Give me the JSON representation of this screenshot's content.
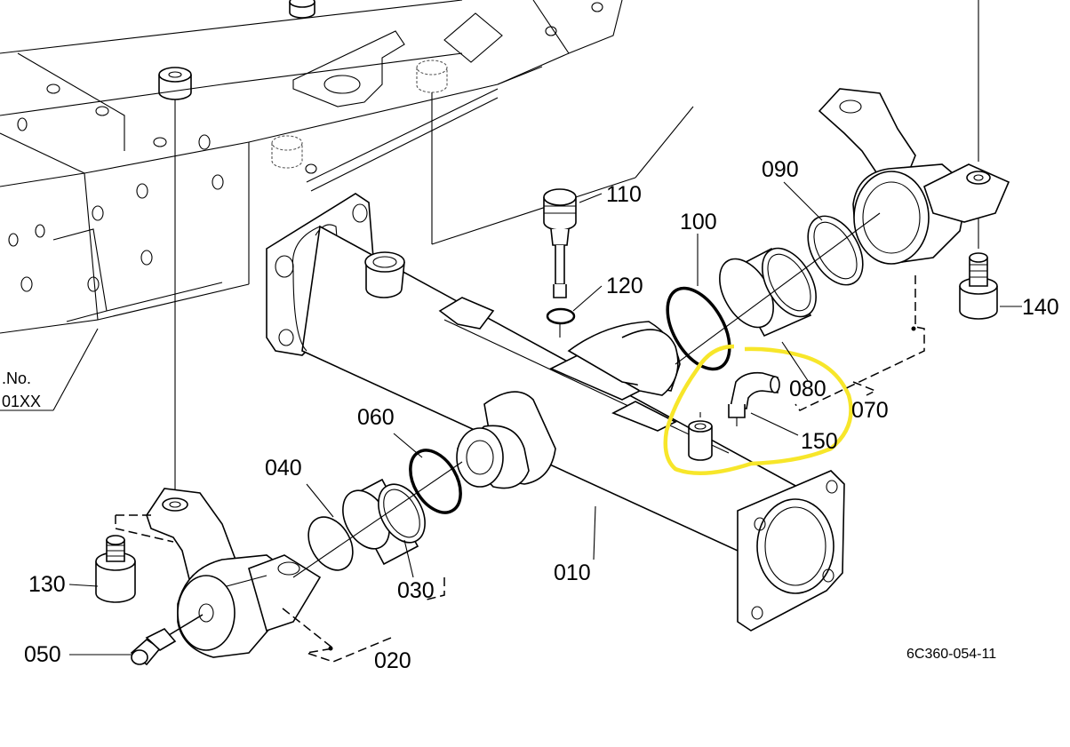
{
  "diagram": {
    "part_labels": {
      "p010": "010",
      "p020": "020",
      "p030": "030",
      "p040": "040",
      "p050": "050",
      "p060": "060",
      "p070": "070",
      "p080": "080",
      "p090": "090",
      "p100": "100",
      "p110": "110",
      "p120": "120",
      "p130": "130",
      "p140": "140",
      "p150": "150"
    },
    "note_line1": ".No.",
    "note_line2": "01XX",
    "figure_code": "6C360-054-11",
    "highlight_color": "#f7e62a"
  }
}
